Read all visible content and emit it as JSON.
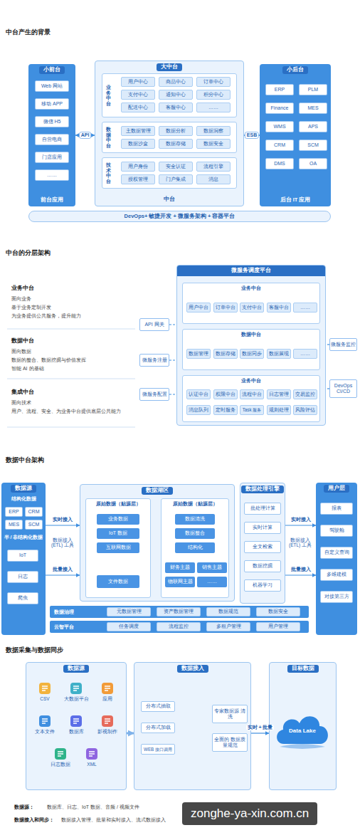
{
  "diagram": {
    "nodes": [
      {
        "text": [
          "小前台",
          "前台应用"
        ]
      },
      {
        "text": [
          "Web 网站"
        ],
        "in": 0
      },
      {
        "text": [
          "移动 APP"
        ],
        "in": 0
      },
      {
        "text": [
          "微信 H5"
        ],
        "in": 0
      },
      {
        "text": [
          "自营电商"
        ],
        "in": 0
      },
      {
        "text": [
          "门店应用"
        ],
        "in": 0
      },
      {
        "text": [
          "……"
        ],
        "in": 0
      },
      {
        "text": [
          "大中台",
          "中台"
        ]
      },
      {
        "text": [
          "业务中台"
        ],
        "in": 7
      },
      {
        "text": [
          "用户中心"
        ],
        "in": 8
      },
      {
        "text": [
          "商品中心"
        ],
        "in": 8
      },
      {
        "text": [
          "订单中心"
        ],
        "in": 8
      },
      {
        "text": [
          "支付中心"
        ],
        "in": 8
      },
      {
        "text": [
          "通知中心"
        ],
        "in": 8
      },
      {
        "text": [
          "积分中心"
        ],
        "in": 8
      },
      {
        "text": [
          "配送中心"
        ],
        "in": 8
      },
      {
        "text": [
          "客服中心"
        ],
        "in": 8
      },
      {
        "text": [
          "……"
        ],
        "in": 8
      },
      {
        "text": [
          "数据中台"
        ],
        "in": 7
      },
      {
        "text": [
          "主数据管理"
        ],
        "in": 18
      },
      {
        "text": [
          "数据分析"
        ],
        "in": 18
      },
      {
        "text": [
          "数据洞察"
        ],
        "in": 18
      },
      {
        "text": [
          "数据沙盒"
        ],
        "in": 18
      },
      {
        "text": [
          "数据存储"
        ],
        "in": 18
      },
      {
        "text": [
          "数据安全"
        ],
        "in": 18
      },
      {
        "text": [
          "技术中台"
        ],
        "in": 7
      },
      {
        "text": [
          "用户身份"
        ],
        "in": 25
      },
      {
        "text": [
          "安全认证"
        ],
        "in": 25
      },
      {
        "text": [
          "流程引擎"
        ],
        "in": 25
      },
      {
        "text": [
          "授权管理"
        ],
        "in": 25
      },
      {
        "text": [
          "门户集成"
        ],
        "in": 25
      },
      {
        "text": [
          "消息"
        ],
        "in": 25
      },
      {
        "text": [
          "小后台",
          "后台 IT 应用"
        ]
      },
      {
        "text": [
          "ERP"
        ],
        "in": 32
      },
      {
        "text": [
          "PLM"
        ],
        "in": 32
      },
      {
        "text": [
          "Finance"
        ],
        "in": 32
      },
      {
        "text": [
          "MES"
        ],
        "in": 32
      },
      {
        "text": [
          "WMS"
        ],
        "in": 32
      },
      {
        "text": [
          "APS"
        ],
        "in": 32
      },
      {
        "text": [
          "CRM"
        ],
        "in": 32
      },
      {
        "text": [
          "SCM"
        ],
        "in": 32
      },
      {
        "text": [
          "DMS"
        ],
        "in": 32
      },
      {
        "text": [
          "OA"
        ],
        "in": 32
      },
      {
        "text": [
          "DevOps+ 敏捷开发 + 微服务架构 + 容器平台"
        ]
      },
      {
        "text": [
          "微服务调度平台"
        ]
      },
      {
        "text": [
          "API 网关"
        ]
      },
      {
        "text": [
          "微服务注册"
        ]
      },
      {
        "text": [
          "微服务配置"
        ]
      },
      {
        "text": [
          "微服务监控"
        ]
      },
      {
        "text": [
          "DevOps CI/CD"
        ]
      },
      {
        "text": [
          "业务中台"
        ],
        "in": 44
      },
      {
        "text": [
          "用户中台"
        ],
        "in": 50
      },
      {
        "text": [
          "订单中台"
        ],
        "in": 50
      },
      {
        "text": [
          "支付中台"
        ],
        "in": 50
      },
      {
        "text": [
          "客服中台"
        ],
        "in": 50
      },
      {
        "text": [
          "……"
        ],
        "in": 50
      },
      {
        "text": [
          "数据中台"
        ],
        "in": 44
      },
      {
        "text": [
          "数据管理"
        ],
        "in": 56
      },
      {
        "text": [
          "数据存储"
        ],
        "in": 56
      },
      {
        "text": [
          "数据同步"
        ],
        "in": 56
      },
      {
        "text": [
          "数据展现"
        ],
        "in": 56
      },
      {
        "text": [
          "……"
        ],
        "in": 56
      },
      {
        "text": [
          "业务中台"
        ],
        "in": 44
      },
      {
        "text": [
          "认证中台"
        ],
        "in": 62
      },
      {
        "text": [
          "权限中台"
        ],
        "in": 62
      },
      {
        "text": [
          "流程中台"
        ],
        "in": 62
      },
      {
        "text": [
          "日志管理"
        ],
        "in": 62
      },
      {
        "text": [
          "交易监控"
        ],
        "in": 62
      },
      {
        "text": [
          "消息队列"
        ],
        "in": 62
      },
      {
        "text": [
          "定时服务"
        ],
        "in": 62
      },
      {
        "text": [
          "Task 服务"
        ],
        "in": 62
      },
      {
        "text": [
          "规则处理"
        ],
        "in": 62
      },
      {
        "text": [
          "风险评估"
        ],
        "in": 62
      },
      {
        "text": [
          "数据源"
        ]
      },
      {
        "text": [
          "ERP"
        ],
        "in": 73
      },
      {
        "text": [
          "CRM"
        ],
        "in": 73
      },
      {
        "text": [
          "MES"
        ],
        "in": 73
      },
      {
        "text": [
          "SCM"
        ],
        "in": 73
      },
      {
        "text": [
          "IoT"
        ],
        "in": 73
      },
      {
        "text": [
          "日志"
        ],
        "in": 73
      },
      {
        "text": [
          "爬虫"
        ],
        "in": 73
      },
      {
        "text": [
          "数据湖区"
        ]
      },
      {
        "text": [
          "原始数据（贴源层）"
        ],
        "in": 81
      },
      {
        "text": [
          "业务数据"
        ],
        "in": 82
      },
      {
        "text": [
          "IoT 数据"
        ],
        "in": 82
      },
      {
        "text": [
          "互联网数据"
        ],
        "in": 82
      },
      {
        "text": [
          "文件数据"
        ],
        "in": 82
      },
      {
        "text": [
          "原始数据（贴源层）"
        ],
        "in": 81
      },
      {
        "text": [
          "数据清洗"
        ],
        "in": 87
      },
      {
        "text": [
          "数据整合"
        ],
        "in": 87
      },
      {
        "text": [
          "结构化"
        ],
        "in": 87
      },
      {
        "text": [
          "财务主题"
        ],
        "in": 87
      },
      {
        "text": [
          "销售主题"
        ],
        "in": 87
      },
      {
        "text": [
          "物联网主题"
        ],
        "in": 87
      },
      {
        "text": [
          "……"
        ],
        "in": 87
      },
      {
        "text": [
          "数据处理引擎"
        ]
      },
      {
        "text": [
          "批处理计算"
        ],
        "in": 95
      },
      {
        "text": [
          "实时计算"
        ],
        "in": 95
      },
      {
        "text": [
          "全文检索"
        ],
        "in": 95
      },
      {
        "text": [
          "数据挖掘"
        ],
        "in": 95
      },
      {
        "text": [
          "机器学习"
        ],
        "in": 95
      },
      {
        "text": [
          "用户层"
        ]
      },
      {
        "text": [
          "报表"
        ],
        "in": 101
      },
      {
        "text": [
          "驾驶舱"
        ],
        "in": 101
      },
      {
        "text": [
          "自定义查询"
        ],
        "in": 101
      },
      {
        "text": [
          "多维建模"
        ],
        "in": 101
      },
      {
        "text": [
          "对接第三方"
        ],
        "in": 101
      },
      {
        "text": [
          "数据治理"
        ]
      },
      {
        "text": [
          "元数据管理"
        ],
        "in": 107
      },
      {
        "text": [
          "资产数据管理"
        ],
        "in": 107
      },
      {
        "text": [
          "数据规范"
        ],
        "in": 107
      },
      {
        "text": [
          "数据安全"
        ],
        "in": 107
      },
      {
        "text": [
          "云智平台"
        ]
      },
      {
        "text": [
          "任务调度"
        ],
        "in": 112
      },
      {
        "text": [
          "流程监控"
        ],
        "in": 112
      },
      {
        "text": [
          "多租户管理"
        ],
        "in": 112
      },
      {
        "text": [
          "用户管理"
        ],
        "in": 112
      },
      {
        "text": [
          "数据源"
        ]
      },
      {
        "text": [
          "CSV"
        ],
        "in": 117
      },
      {
        "text": [
          "大数据平台"
        ],
        "in": 117
      },
      {
        "text": [
          "应用"
        ],
        "in": 117
      },
      {
        "text": [
          "文本文件"
        ],
        "in": 117
      },
      {
        "text": [
          "数据库"
        ],
        "in": 117
      },
      {
        "text": [
          "影视制作"
        ],
        "in": 117
      },
      {
        "text": [
          "日志数据"
        ],
        "in": 117
      },
      {
        "text": [
          "XML"
        ],
        "in": 117
      },
      {
        "text": [
          "数据接入"
        ]
      },
      {
        "text": [
          "分布式抽取"
        ],
        "in": 126
      },
      {
        "text": [
          "分布式加载"
        ],
        "in": 126
      },
      {
        "text": [
          "WEB 接口调用"
        ],
        "in": 126
      },
      {
        "text": [
          "专家数据源 清洗"
        ],
        "in": 126
      },
      {
        "text": [
          "全面的 数据质量规范"
        ],
        "in": 126
      },
      {
        "text": [
          "目标数据"
        ]
      },
      {
        "text": [
          "Data Lake"
        ],
        "in": 132
      }
    ],
    "edges": [
      {
        "from": 0,
        "to": 7,
        "label": "API",
        "arrow": "both"
      },
      {
        "from": 7,
        "to": 32,
        "label": "ESB",
        "arrow": "both"
      },
      {
        "from": 45,
        "to": 44,
        "arrow": "none"
      },
      {
        "from": 46,
        "to": 44,
        "arrow": "none"
      },
      {
        "from": 47,
        "to": 44,
        "arrow": "none"
      },
      {
        "from": 48,
        "to": 44,
        "arrow": "none"
      },
      {
        "from": 49,
        "to": 44,
        "arrow": "none"
      },
      {
        "from": 73,
        "to": 81,
        "label": "实时接入",
        "arrow": "to"
      },
      {
        "from": 73,
        "to": 81,
        "label": "批量接入",
        "arrow": "to"
      },
      {
        "from": 85,
        "to": 86,
        "arrow": "to"
      },
      {
        "from": 82,
        "to": 87,
        "arrow": "to"
      },
      {
        "from": 95,
        "to": 101,
        "label": "实时接入",
        "arrow": "to"
      },
      {
        "from": 95,
        "to": 101,
        "label": "批量接入",
        "arrow": "to"
      },
      {
        "from": 117,
        "to": 126,
        "arrow": "to"
      },
      {
        "from": 126,
        "to": 132,
        "label": "实时 + 批量",
        "arrow": "to"
      }
    ],
    "labels": [
      "中台产生的背景",
      "中台的分层架构",
      "业务中台",
      "面向业务",
      "基于业务定制开发",
      "为业务提供公共服务，提升能力",
      "数据中台",
      "面向数据",
      "数据的整合、数据挖掘与价值发挥",
      "智能 AI 的基础",
      "集成中台",
      "面向技术",
      "用户、流程、安全、为业务中台提供底层公共能力",
      "数据中台架构",
      "结构化数据",
      "半 / 非结构化数据",
      "数据接入 (ETL) 工具",
      "数据接入 (ETL) 工具",
      "数据采集与数据同步",
      "数据源：",
      "数据库、日志、IoT 数据、音频 / 视频文件",
      "数据接入和同步：",
      "数据接入管理、批量和实时接入、流式数据接入",
      "zonghe-ya-xin.com.cn"
    ]
  }
}
